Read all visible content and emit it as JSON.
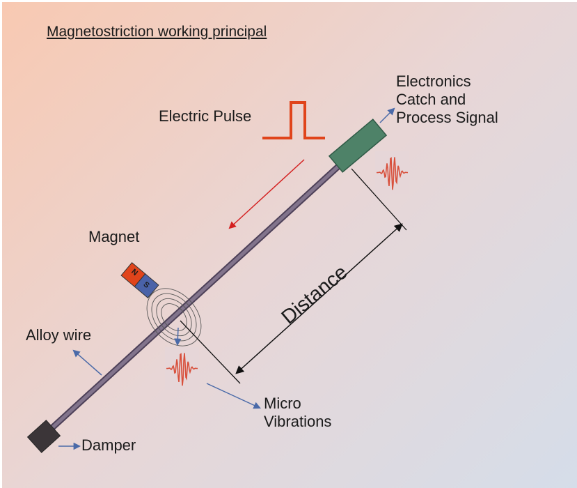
{
  "title": "Magnetostriction working principal",
  "labels": {
    "electric_pulse": "Electric Pulse",
    "electronics_lines": [
      "Electronics",
      "Catch and",
      "Process Signal"
    ],
    "magnet": "Magnet",
    "magnet_north": "N",
    "magnet_south": "S",
    "alloy_wire": "Alloy wire",
    "distance": "Distance",
    "micro_vibrations_lines": [
      "Micro",
      "Vibrations"
    ],
    "damper": "Damper"
  },
  "colors": {
    "pulse": "#e0441b",
    "arrow_red": "#d42020",
    "arrow_blue": "#4a6aa8",
    "electronics_box": "#4e8268",
    "damper_box": "#3b3538",
    "magnet_north": "#e0441b",
    "magnet_south": "#4a62a8",
    "wave": "#d8503c",
    "wire": "#7c6a86"
  }
}
